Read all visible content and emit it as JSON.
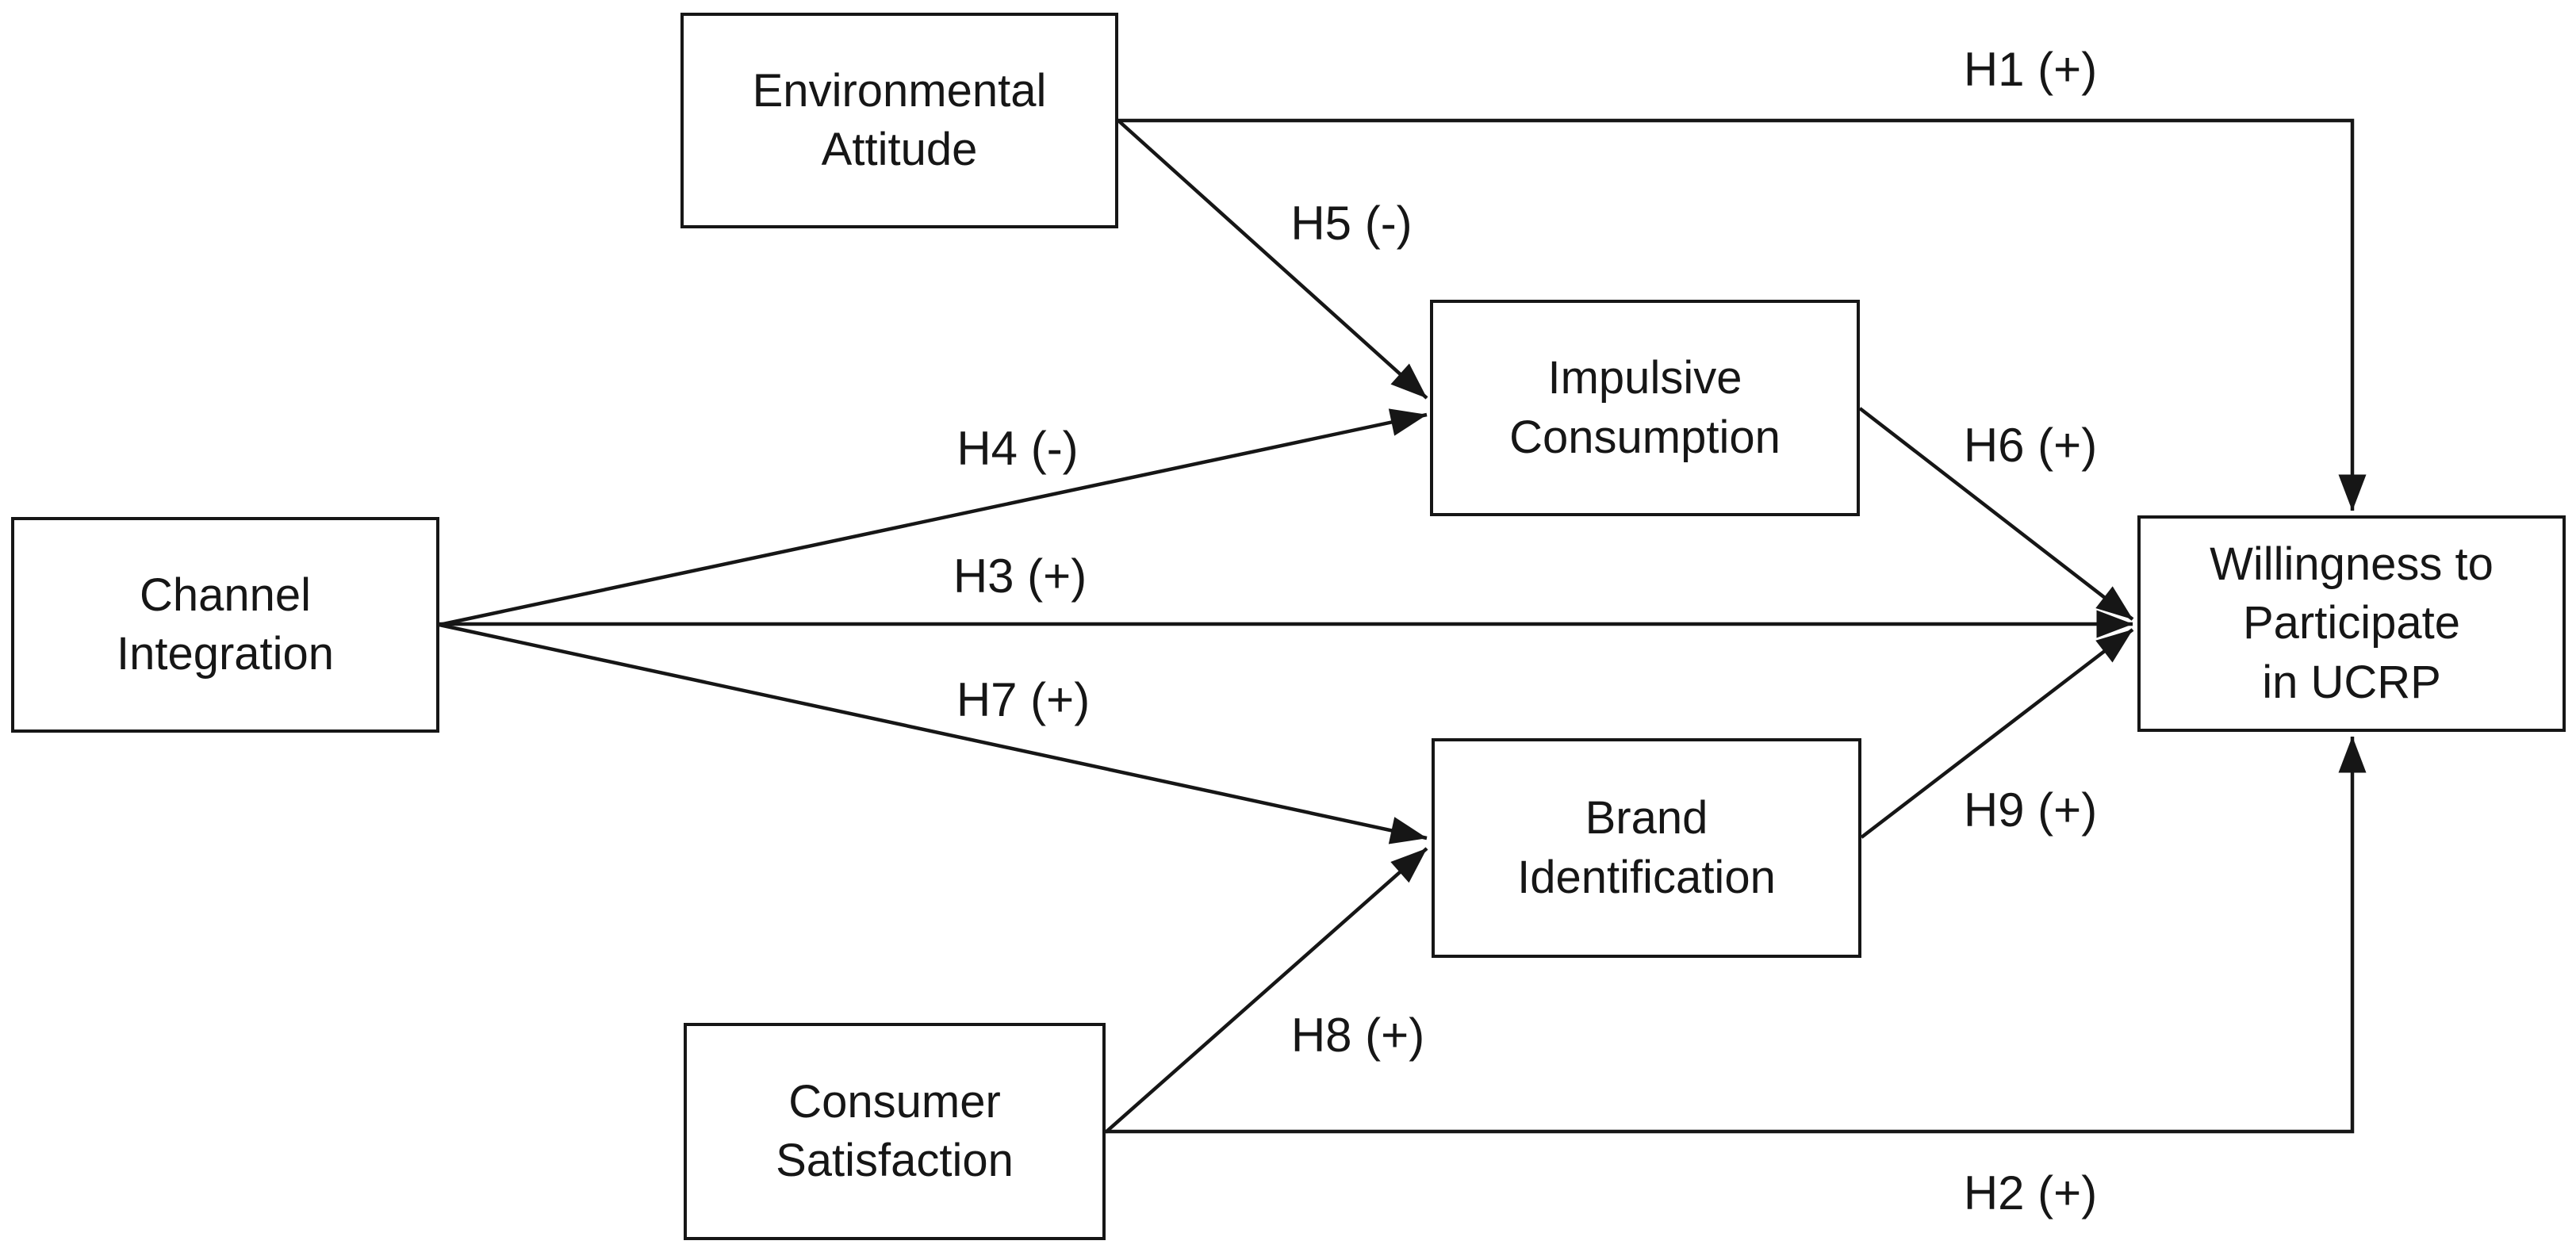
{
  "nodes": {
    "environmental_attitude": {
      "label": "Environmental\nAttitude"
    },
    "channel_integration": {
      "label": "Channel\nIntegration"
    },
    "impulsive_consumption": {
      "label": "Impulsive\nConsumption"
    },
    "brand_identification": {
      "label": "Brand\nIdentification"
    },
    "consumer_satisfaction": {
      "label": "Consumer\nSatisfaction"
    },
    "willingness_ucrp": {
      "label": "Willingness to\nParticipate\nin UCRP"
    }
  },
  "hypotheses": {
    "h1": {
      "label": "H1 (+)",
      "from": "Environmental Attitude",
      "to": "Willingness to Participate in UCRP"
    },
    "h2": {
      "label": "H2 (+)",
      "from": "Consumer Satisfaction",
      "to": "Willingness to Participate in UCRP"
    },
    "h3": {
      "label": "H3 (+)",
      "from": "Channel Integration",
      "to": "Willingness to Participate in UCRP"
    },
    "h4": {
      "label": "H4 (-)",
      "from": "Channel Integration",
      "to": "Impulsive Consumption"
    },
    "h5": {
      "label": "H5 (-)",
      "from": "Environmental Attitude",
      "to": "Impulsive Consumption"
    },
    "h6": {
      "label": "H6 (+)",
      "from": "Impulsive Consumption",
      "to": "Willingness to Participate in UCRP"
    },
    "h7": {
      "label": "H7 (+)",
      "from": "Channel Integration",
      "to": "Brand Identification"
    },
    "h8": {
      "label": "H8 (+)",
      "from": "Consumer Satisfaction",
      "to": "Brand Identification"
    },
    "h9": {
      "label": "H9 (+)",
      "from": "Brand Identification",
      "to": "Willingness to Participate in UCRP"
    }
  },
  "colors": {
    "line": "#161616",
    "text": "#161616",
    "background": "#ffffff"
  }
}
